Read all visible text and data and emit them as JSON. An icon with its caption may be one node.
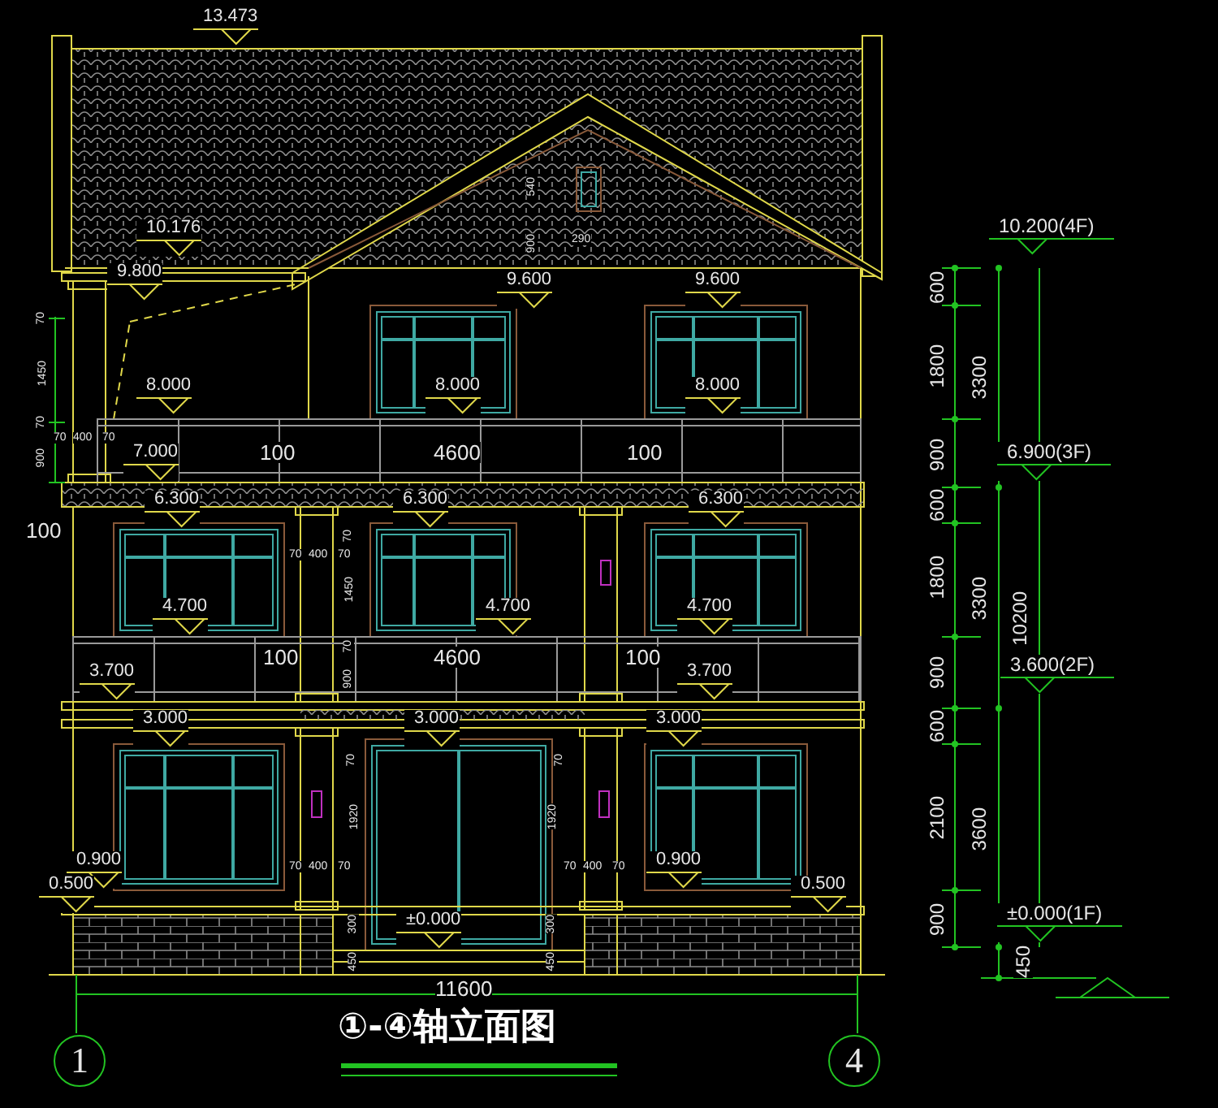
{
  "diagram": {
    "title": "①-④轴立面图",
    "labels": [
      "13.473",
      "540",
      "10.176",
      "900",
      "290",
      "9.800",
      "9.600",
      "9.600",
      "10.200(4F)",
      "600",
      "70",
      "1450",
      "1800",
      "3300",
      "8.000",
      "8.000",
      "8.000",
      "70",
      "70",
      "400",
      "70",
      "900",
      "7.000",
      "100",
      "4600",
      "100",
      "900",
      "6.900(3F)",
      "10200",
      "6.300",
      "6.300",
      "6.300",
      "100",
      "600",
      "70",
      "70",
      "400",
      "70",
      "1450",
      "1800",
      "3300",
      "4.700",
      "4.700",
      "4.700",
      "70",
      "100",
      "4600",
      "100",
      "900",
      "3.700",
      "3.700",
      "900",
      "3.600(2F)",
      "600",
      "3.000",
      "3.000",
      "3.000",
      "70",
      "70",
      "1920",
      "1920",
      "2100",
      "3600",
      "70",
      "400",
      "70",
      "70",
      "400",
      "70",
      "0.900",
      "0.900",
      "0.500",
      "0.500",
      "±0.000",
      "300",
      "300",
      "900",
      "±0.000(1F)",
      "450",
      "450",
      "450",
      "11600",
      "1",
      "4"
    ]
  }
}
